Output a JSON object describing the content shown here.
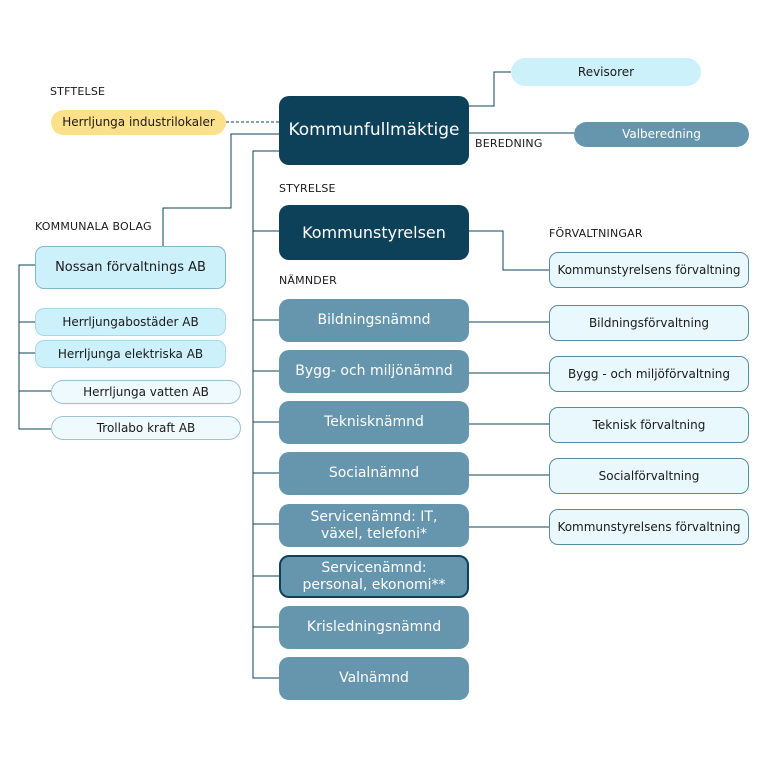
{
  "headers": {
    "stiftelse": "STFTELSE",
    "beredning": "BEREDNING",
    "styrelse": "STYRELSE",
    "namnder": "NÄMNDER",
    "kommunala_bolag": "KOMMUNALA BOLAG",
    "forvaltningar": "FÖRVALTNINGAR"
  },
  "top": {
    "kommunfullmaktige": "Kommunfullmäktige",
    "revisorer": "Revisorer",
    "valberedning": "Valberedning",
    "stiftelse_item": "Herrljunga industrilokaler"
  },
  "styrelse": {
    "kommunstyrelsen": "Kommunstyrelsen"
  },
  "bolag": {
    "parent": "Nossan förvaltnings AB",
    "items": [
      "Herrljungabostäder AB",
      "Herrljunga elektriska AB",
      "Herrljunga vatten AB",
      "Trollabo kraft AB"
    ]
  },
  "namnder": [
    "Bildningsnämnd",
    "Bygg- och miljönämnd",
    "Teknisknämnd",
    "Socialnämnd",
    "Servicenämnd: IT, växel, telefoni*",
    "Servicenämnd: personal, ekonomi**",
    "Krisledningsnämnd",
    "Valnämnd"
  ],
  "forvaltningar": [
    "Kommunstyrelsens förvaltning",
    "Bildningsförvaltning",
    "Bygg - och miljöförvaltning",
    "Teknisk förvaltning",
    "Socialförvaltning",
    "Kommunstyrelsens förvaltning"
  ],
  "colors": {
    "dark": "#0d4059",
    "mid": "#6596ad",
    "light": "#e9f8fd",
    "cyan": "#cdf1fb",
    "yellow": "#fde08a"
  }
}
